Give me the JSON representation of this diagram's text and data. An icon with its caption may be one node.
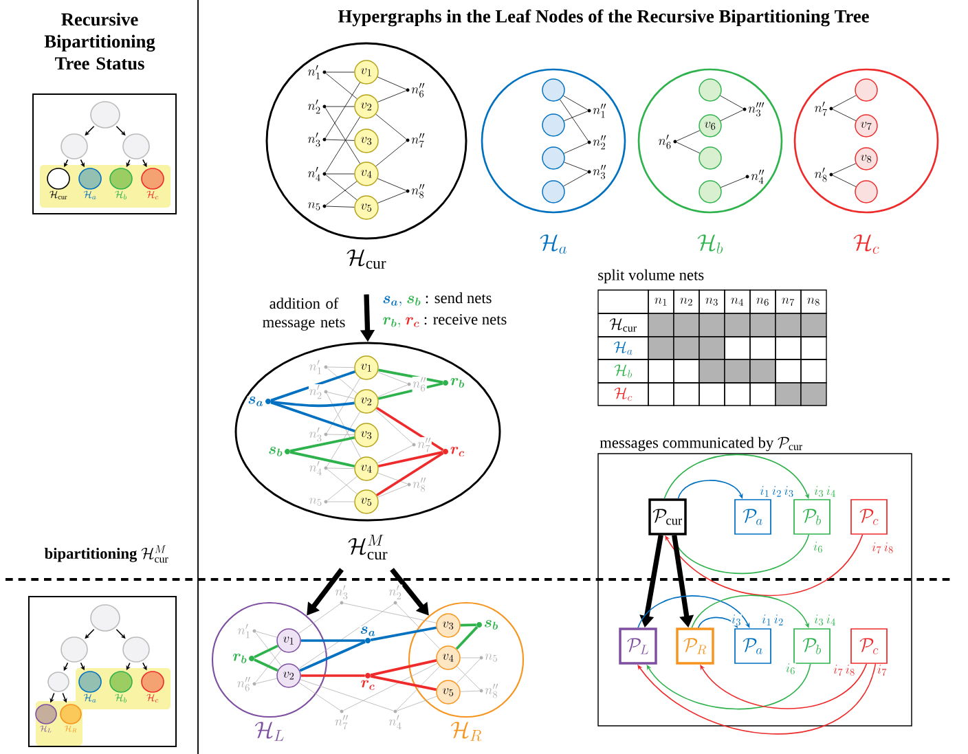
{
  "diagram": {
    "title": "Hypergraphs in the Leaf Nodes of the Recursive Bipartitioning Tree",
    "nodes": [
      {
        "text": [],
        "shape": "circle"
      },
      {
        "text": [],
        "shape": "circle"
      },
      {
        "text": [],
        "shape": "circle"
      },
      {
        "text": [
          "\\mathcal{H}_{\\mathrm{cur}}"
        ]
      },
      {
        "text": [
          "\\mathcal{H}_{a}"
        ]
      },
      {
        "text": [
          "\\mathcal{H}_{b}"
        ]
      },
      {
        "text": [
          "\\mathcal{H}_{c}"
        ]
      },
      {
        "text": [],
        "shape": "circle"
      },
      {
        "text": [],
        "shape": "circle"
      },
      {
        "text": [],
        "shape": "circle"
      },
      {
        "text": [],
        "shape": "circle"
      },
      {
        "text": [
          "\\mathcal{H}_{a}"
        ]
      },
      {
        "text": [
          "\\mathcal{H}_{b}"
        ]
      },
      {
        "text": [
          "\\mathcal{H}_{c}"
        ]
      },
      {
        "text": [
          "\\mathcal{H}_{L}"
        ]
      },
      {
        "text": [
          "\\mathcal{H}_{R}"
        ]
      },
      {
        "text": [
          "\\mathcal{H}_{\\mathrm{cur}}"
        ]
      },
      {
        "text": [
          "v_{1}"
        ],
        "in": 16
      },
      {
        "text": [
          "v_{2}"
        ],
        "in": 16
      },
      {
        "text": [
          "v_{3}"
        ],
        "in": 16
      },
      {
        "text": [
          "v_{4}"
        ],
        "in": 16
      },
      {
        "text": [
          "v_{5}"
        ],
        "in": 16
      },
      {
        "text": [
          "n'_{1}"
        ],
        "in": 16
      },
      {
        "text": [
          "n'_{2}"
        ],
        "in": 16
      },
      {
        "text": [
          "n'_{3}"
        ],
        "in": 16
      },
      {
        "text": [
          "n'_{4}"
        ],
        "in": 16
      },
      {
        "text": [
          "n_{5}"
        ],
        "in": 16
      },
      {
        "text": [
          "n''_{6}"
        ],
        "in": 16
      },
      {
        "text": [
          "n''_{7}"
        ],
        "in": 16
      },
      {
        "text": [
          "n''_{8}"
        ],
        "in": 16
      },
      {
        "text": [
          "\\mathcal{H}_{a}"
        ]
      },
      {
        "text": [],
        "shape": "circle",
        "in": 30
      },
      {
        "text": [],
        "shape": "circle",
        "in": 30
      },
      {
        "text": [],
        "shape": "circle",
        "in": 30
      },
      {
        "text": [],
        "shape": "circle",
        "in": 30
      },
      {
        "text": [
          "n''_{1}"
        ],
        "in": 30
      },
      {
        "text": [
          "n''_{2}"
        ],
        "in": 30
      },
      {
        "text": [
          "n''_{3}"
        ],
        "in": 30
      },
      {
        "text": [
          "\\mathcal{H}_{b}"
        ]
      },
      {
        "text": [],
        "shape": "circle",
        "in": 38
      },
      {
        "text": [
          "v_{6}"
        ],
        "in": 38
      },
      {
        "text": [],
        "shape": "circle",
        "in": 38
      },
      {
        "text": [],
        "shape": "circle",
        "in": 38
      },
      {
        "text": [
          "n'''_{3}"
        ],
        "in": 38
      },
      {
        "text": [
          "n'_{6}"
        ],
        "in": 38
      },
      {
        "text": [
          "n''_{4}"
        ],
        "in": 38
      },
      {
        "text": [
          "\\mathcal{H}_{c}"
        ]
      },
      {
        "text": [],
        "shape": "circle",
        "in": 46
      },
      {
        "text": [
          "v_{7}"
        ],
        "in": 46
      },
      {
        "text": [
          "v_{8}"
        ],
        "in": 46
      },
      {
        "text": [],
        "shape": "circle",
        "in": 46
      },
      {
        "text": [
          "n'_{7}"
        ],
        "in": 46
      },
      {
        "text": [
          "n'_{8}"
        ],
        "in": 46
      },
      {
        "text": [
          "\\mathcal{H}^{M}_{\\mathrm{cur}}"
        ]
      },
      {
        "text": [
          "v_{1}"
        ],
        "in": 53
      },
      {
        "text": [
          "v_{2}"
        ],
        "in": 53
      },
      {
        "text": [
          "v_{3}"
        ],
        "in": 53
      },
      {
        "text": [
          "v_{4}"
        ],
        "in": 53
      },
      {
        "text": [
          "v_{5}"
        ],
        "in": 53
      },
      {
        "text": [
          "n'_{1}"
        ],
        "in": 53
      },
      {
        "text": [
          "n'_{2}"
        ],
        "in": 53
      },
      {
        "text": [
          "n'_{3}"
        ],
        "in": 53
      },
      {
        "text": [
          "n'_{4}"
        ],
        "in": 53
      },
      {
        "text": [
          "n_{5}"
        ],
        "in": 53
      },
      {
        "text": [
          "n''_{6}"
        ],
        "in": 53
      },
      {
        "text": [
          "n''_{7}"
        ],
        "in": 53
      },
      {
        "text": [
          "n''_{8}"
        ],
        "in": 53
      },
      {
        "text": [
          "\\bm{s_{a}}"
        ],
        "in": 53
      },
      {
        "text": [
          "\\bm{s_{b}}"
        ],
        "in": 53
      },
      {
        "text": [
          "\\bm{r_{b}}"
        ],
        "in": 53
      },
      {
        "text": [
          "\\bm{r_{c}}"
        ],
        "in": 53
      },
      {
        "text": [
          "\\mathcal{H}_{L}"
        ]
      },
      {
        "text": [
          "v_{1}"
        ],
        "in": 71
      },
      {
        "text": [
          "v_{2}"
        ],
        "in": 71
      },
      {
        "text": [
          "n'_{1}"
        ],
        "in": 71
      },
      {
        "text": [
          "n''_{6}"
        ],
        "in": 71
      },
      {
        "text": [
          "\\bm{r_{b}}"
        ],
        "in": 71
      },
      {
        "text": [
          "\\mathcal{H}_{R}"
        ]
      },
      {
        "text": [
          "v_{3}"
        ],
        "in": 77
      },
      {
        "text": [
          "v_{4}"
        ],
        "in": 77
      },
      {
        "text": [
          "v_{5}"
        ],
        "in": 77
      },
      {
        "text": [
          "n_{5}"
        ],
        "in": 77
      },
      {
        "text": [
          "n''_{8}"
        ],
        "in": 77
      },
      {
        "text": [
          "\\bm{s_{b}}"
        ],
        "in": 77
      },
      {
        "text": [
          "n'_{3}"
        ]
      },
      {
        "text": [
          "n'_{2}"
        ]
      },
      {
        "text": [
          "n''_{7}"
        ]
      },
      {
        "text": [
          "n'_{4}"
        ]
      },
      {
        "text": [
          "\\bm{s_{a}}"
        ]
      },
      {
        "text": [
          "\\bm{r_{c}}"
        ]
      },
      {
        "text": [
          "\\text{messages communicated by }\\mathcal{P}_{\\mathrm{cur}}"
        ]
      },
      {
        "text": [
          "\\mathcal{P}_{\\mathrm{cur}}"
        ],
        "in": 90
      },
      {
        "text": [
          "\\mathcal{P}_{a}"
        ],
        "in": 90
      },
      {
        "text": [
          "\\mathcal{P}_{b}"
        ],
        "in": 90
      },
      {
        "text": [
          "\\mathcal{P}_{c}"
        ],
        "in": 90
      },
      {
        "text": [
          "\\mathcal{P}_{L}"
        ],
        "in": 90
      },
      {
        "text": [
          "\\mathcal{P}_{R}"
        ],
        "in": 90
      },
      {
        "text": [
          "\\mathcal{P}_{a}"
        ],
        "in": 90
      },
      {
        "text": [
          "\\mathcal{P}_{b}"
        ],
        "in": 90
      },
      {
        "text": [
          "\\mathcal{P}_{c}"
        ],
        "in": 90
      }
    ],
    "edges": [
      {
        "from": 0,
        "to": 1,
        "arrow": "to"
      },
      {
        "from": 0,
        "to": 2,
        "arrow": "to"
      },
      {
        "from": 1,
        "to": 3,
        "arrow": "to"
      },
      {
        "from": 1,
        "to": 4,
        "arrow": "to"
      },
      {
        "from": 2,
        "to": 5,
        "arrow": "to"
      },
      {
        "from": 2,
        "to": 6,
        "arrow": "to"
      },
      {
        "from": 7,
        "to": 8,
        "arrow": "to"
      },
      {
        "from": 7,
        "to": 9,
        "arrow": "to"
      },
      {
        "from": 8,
        "to": 10,
        "arrow": "to"
      },
      {
        "from": 8,
        "to": 11,
        "arrow": "to"
      },
      {
        "from": 9,
        "to": 12,
        "arrow": "to"
      },
      {
        "from": 9,
        "to": 13,
        "arrow": "to"
      },
      {
        "from": 10,
        "to": 14,
        "arrow": "to"
      },
      {
        "from": 10,
        "to": 15,
        "arrow": "to"
      },
      {
        "from": 22,
        "to": 17,
        "arrow": "none"
      },
      {
        "from": 22,
        "to": 18,
        "arrow": "none"
      },
      {
        "from": 23,
        "to": 18,
        "arrow": "none"
      },
      {
        "from": 23,
        "to": 20,
        "arrow": "none"
      },
      {
        "from": 24,
        "to": 17,
        "arrow": "none"
      },
      {
        "from": 24,
        "to": 19,
        "arrow": "none"
      },
      {
        "from": 25,
        "to": 18,
        "arrow": "none"
      },
      {
        "from": 25,
        "to": 20,
        "arrow": "none"
      },
      {
        "from": 25,
        "to": 21,
        "arrow": "none"
      },
      {
        "from": 26,
        "to": 20,
        "arrow": "none"
      },
      {
        "from": 26,
        "to": 21,
        "arrow": "none"
      },
      {
        "from": 27,
        "to": 17,
        "arrow": "none"
      },
      {
        "from": 27,
        "to": 18,
        "arrow": "none"
      },
      {
        "from": 28,
        "to": 18,
        "arrow": "none"
      },
      {
        "from": 28,
        "to": 20,
        "arrow": "none"
      },
      {
        "from": 29,
        "to": 20,
        "arrow": "none"
      },
      {
        "from": 29,
        "to": 21,
        "arrow": "none"
      },
      {
        "from": 35,
        "to": 31,
        "arrow": "none"
      },
      {
        "from": 35,
        "to": 32,
        "arrow": "none"
      },
      {
        "from": 36,
        "to": 31,
        "arrow": "none"
      },
      {
        "from": 36,
        "to": 33,
        "arrow": "none"
      },
      {
        "from": 37,
        "to": 33,
        "arrow": "none"
      },
      {
        "from": 37,
        "to": 34,
        "arrow": "none"
      },
      {
        "from": 43,
        "to": 39,
        "arrow": "none"
      },
      {
        "from": 43,
        "to": 40,
        "arrow": "none"
      },
      {
        "from": 44,
        "to": 40,
        "arrow": "none"
      },
      {
        "from": 44,
        "to": 41,
        "arrow": "none"
      },
      {
        "from": 45,
        "to": 42,
        "arrow": "none"
      },
      {
        "from": 51,
        "to": 47,
        "arrow": "none"
      },
      {
        "from": 51,
        "to": 48,
        "arrow": "none"
      },
      {
        "from": 52,
        "to": 49,
        "arrow": "none"
      },
      {
        "from": 52,
        "to": 50,
        "arrow": "none"
      },
      {
        "from": 16,
        "to": 53,
        "arrow": "to",
        "style": "thick",
        "label": "addition of message nets"
      },
      {
        "from": 59,
        "to": 54,
        "arrow": "none",
        "color": "#b0b0b0"
      },
      {
        "from": 59,
        "to": 55,
        "arrow": "none",
        "color": "#b0b0b0"
      },
      {
        "from": 60,
        "to": 55,
        "arrow": "none",
        "color": "#b0b0b0"
      },
      {
        "from": 60,
        "to": 57,
        "arrow": "none",
        "color": "#b0b0b0"
      },
      {
        "from": 61,
        "to": 54,
        "arrow": "none",
        "color": "#b0b0b0"
      },
      {
        "from": 61,
        "to": 56,
        "arrow": "none",
        "color": "#b0b0b0"
      },
      {
        "from": 62,
        "to": 55,
        "arrow": "none",
        "color": "#b0b0b0"
      },
      {
        "from": 62,
        "to": 57,
        "arrow": "none",
        "color": "#b0b0b0"
      },
      {
        "from": 62,
        "to": 58,
        "arrow": "none",
        "color": "#b0b0b0"
      },
      {
        "from": 63,
        "to": 57,
        "arrow": "none",
        "color": "#b0b0b0"
      },
      {
        "from": 63,
        "to": 58,
        "arrow": "none",
        "color": "#b0b0b0"
      },
      {
        "from": 64,
        "to": 54,
        "arrow": "none",
        "color": "#b0b0b0"
      },
      {
        "from": 64,
        "to": 55,
        "arrow": "none",
        "color": "#b0b0b0"
      },
      {
        "from": 65,
        "to": 55,
        "arrow": "none",
        "color": "#b0b0b0"
      },
      {
        "from": 65,
        "to": 57,
        "arrow": "none",
        "color": "#b0b0b0"
      },
      {
        "from": 66,
        "to": 57,
        "arrow": "none",
        "color": "#b0b0b0"
      },
      {
        "from": 66,
        "to": 58,
        "arrow": "none",
        "color": "#b0b0b0"
      },
      {
        "from": 67,
        "to": 54,
        "arrow": "none",
        "style": "thick",
        "color": "#0070c0"
      },
      {
        "from": 67,
        "to": 55,
        "arrow": "none",
        "style": "thick",
        "color": "#0070c0"
      },
      {
        "from": 67,
        "to": 56,
        "arrow": "none",
        "style": "thick",
        "color": "#0070c0"
      },
      {
        "from": 68,
        "to": 56,
        "arrow": "none",
        "style": "thick",
        "color": "#2eb24b"
      },
      {
        "from": 68,
        "to": 57,
        "arrow": "none",
        "style": "thick",
        "color": "#2eb24b"
      },
      {
        "from": 69,
        "to": 54,
        "arrow": "none",
        "style": "thick",
        "color": "#2eb24b"
      },
      {
        "from": 69,
        "to": 55,
        "arrow": "none",
        "style": "thick",
        "color": "#2eb24b"
      },
      {
        "from": 70,
        "to": 55,
        "arrow": "none",
        "style": "thick",
        "color": "#ee2a2a"
      },
      {
        "from": 70,
        "to": 57,
        "arrow": "none",
        "style": "thick",
        "color": "#ee2a2a"
      },
      {
        "from": 70,
        "to": 58,
        "arrow": "none",
        "style": "thick",
        "color": "#ee2a2a"
      },
      {
        "from": 53,
        "to": 71,
        "arrow": "to",
        "style": "thick"
      },
      {
        "from": 53,
        "to": 77,
        "arrow": "to",
        "style": "thick"
      },
      {
        "from": 74,
        "to": 72,
        "arrow": "none",
        "color": "#b0b0b0"
      },
      {
        "from": 74,
        "to": 73,
        "arrow": "none",
        "color": "#b0b0b0"
      },
      {
        "from": 85,
        "to": 73,
        "arrow": "none",
        "color": "#b0b0b0"
      },
      {
        "from": 85,
        "to": 79,
        "arrow": "none",
        "color": "#b0b0b0"
      },
      {
        "from": 84,
        "to": 72,
        "arrow": "none",
        "color": "#b0b0b0"
      },
      {
        "from": 84,
        "to": 78,
        "arrow": "none",
        "color": "#b0b0b0"
      },
      {
        "from": 87,
        "to": 73,
        "arrow": "none",
        "color": "#b0b0b0"
      },
      {
        "from": 87,
        "to": 79,
        "arrow": "none",
        "color": "#b0b0b0"
      },
      {
        "from": 87,
        "to": 80,
        "arrow": "none",
        "color": "#b0b0b0"
      },
      {
        "from": 81,
        "to": 79,
        "arrow": "none",
        "color": "#b0b0b0"
      },
      {
        "from": 81,
        "to": 80,
        "arrow": "none",
        "color": "#b0b0b0"
      },
      {
        "from": 75,
        "to": 72,
        "arrow": "none",
        "color": "#b0b0b0"
      },
      {
        "from": 75,
        "to": 73,
        "arrow": "none",
        "color": "#b0b0b0"
      },
      {
        "from": 86,
        "to": 73,
        "arrow": "none",
        "color": "#b0b0b0"
      },
      {
        "from": 86,
        "to": 79,
        "arrow": "none",
        "color": "#b0b0b0"
      },
      {
        "from": 82,
        "to": 79,
        "arrow": "none",
        "color": "#b0b0b0"
      },
      {
        "from": 82,
        "to": 80,
        "arrow": "none",
        "color": "#b0b0b0"
      },
      {
        "from": 88,
        "to": 72,
        "arrow": "none",
        "style": "thick",
        "color": "#0070c0"
      },
      {
        "from": 88,
        "to": 73,
        "arrow": "none",
        "style": "thick",
        "color": "#0070c0"
      },
      {
        "from": 88,
        "to": 78,
        "arrow": "none",
        "style": "thick",
        "color": "#0070c0"
      },
      {
        "from": 83,
        "to": 78,
        "arrow": "none",
        "style": "thick",
        "color": "#2eb24b"
      },
      {
        "from": 83,
        "to": 79,
        "arrow": "none",
        "style": "thick",
        "color": "#2eb24b"
      },
      {
        "from": 76,
        "to": 72,
        "arrow": "none",
        "style": "thick",
        "color": "#2eb24b"
      },
      {
        "from": 76,
        "to": 73,
        "arrow": "none",
        "style": "thick",
        "color": "#2eb24b"
      },
      {
        "from": 89,
        "to": 73,
        "arrow": "none",
        "style": "thick",
        "color": "#ee2a2a"
      },
      {
        "from": 89,
        "to": 79,
        "arrow": "none",
        "style": "thick",
        "color": "#ee2a2a"
      },
      {
        "from": 89,
        "to": 80,
        "arrow": "none",
        "style": "thick",
        "color": "#ee2a2a"
      },
      {
        "from": 91,
        "to": 92,
        "arrow": "to",
        "color": "#0070c0",
        "label": "i_{1}\\,i_{2}\\,i_{3}"
      },
      {
        "from": 91,
        "to": 93,
        "arrow": "to",
        "color": "#2eb24b",
        "label": "i_{3}\\,i_{4}"
      },
      {
        "from": 93,
        "to": 91,
        "arrow": "to",
        "color": "#2eb24b",
        "label": "i_{6}"
      },
      {
        "from": 94,
        "to": 91,
        "arrow": "to",
        "color": "#ee2a2a",
        "label": "i_{7}\\,i_{8}"
      },
      {
        "from": 91,
        "to": 95,
        "arrow": "to",
        "style": "thick"
      },
      {
        "from": 91,
        "to": 96,
        "arrow": "to",
        "style": "thick"
      },
      {
        "from": 95,
        "to": 97,
        "arrow": "to",
        "color": "#0070c0",
        "label": "i_{1}\\,i_{2}"
      },
      {
        "from": 96,
        "to": 97,
        "arrow": "to",
        "color": "#0070c0",
        "label": "i_{3}"
      },
      {
        "from": 96,
        "to": 98,
        "arrow": "to",
        "color": "#2eb24b",
        "label": "i_{3}\\,i_{4}"
      },
      {
        "from": 98,
        "to": 95,
        "arrow": "to",
        "color": "#2eb24b",
        "label": "i_{6}"
      },
      {
        "from": 99,
        "to": 96,
        "arrow": "to",
        "color": "#ee2a2a",
        "label": "i_{7}\\,i_{8}"
      },
      {
        "from": 99,
        "to": 95,
        "arrow": "to",
        "color": "#ee2a2a",
        "label": "i_{7}"
      }
    ],
    "labels": [
      "Recursive Bipartitioning Tree Status",
      "\\textbf{bipartitioning}\\ \\mathcal{H}^{M}_{\\mathrm{cur}}",
      "\\bm{s_{a}},",
      "\\bm{s_{b}}",
      ": send nets",
      "\\bm{r_{b}},",
      "\\bm{r_{c}}",
      ": receive nets",
      "split volume nets",
      "n_{1}",
      "n_{2}",
      "n_{3}",
      "n_{4}",
      "n_{6}",
      "n_{7}",
      "n_{8}",
      "\\mathcal{H}_{\\mathrm{cur}}",
      "\\mathcal{H}_{a}",
      "\\mathcal{H}_{b}",
      "\\mathcal{H}_{c}"
    ]
  }
}
